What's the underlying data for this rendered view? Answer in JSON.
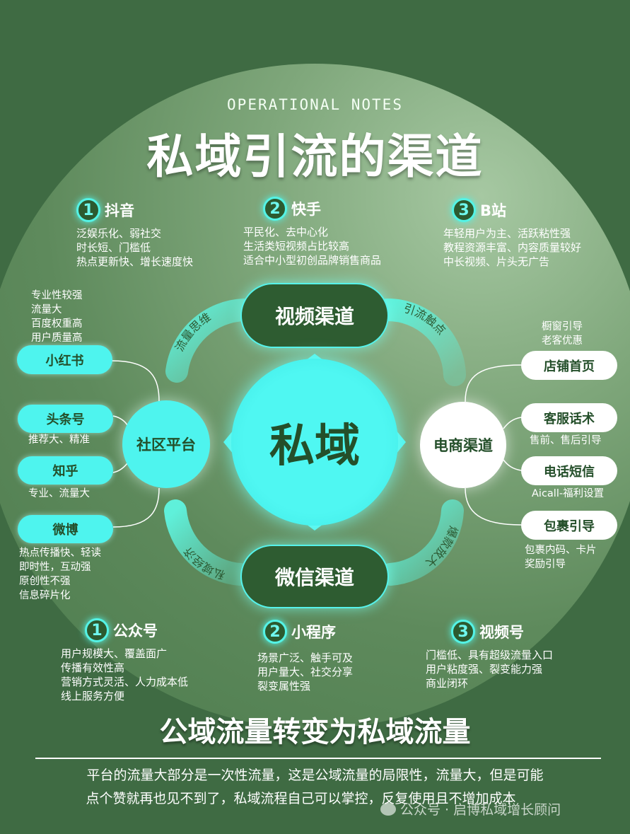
{
  "header": {
    "subtitle": "OPERATIONAL NOTES",
    "title": "私域引流的渠道"
  },
  "video_platforms": [
    {
      "num": "1",
      "name": "抖音",
      "lines": [
        "泛娱乐化、弱社交",
        "时长短、门槛低",
        "热点更新快、增长速度快"
      ]
    },
    {
      "num": "2",
      "name": "快手",
      "lines": [
        "平民化、去中心化",
        "生活类短视频占比较高",
        "适合中小型初创品牌销售商品"
      ]
    },
    {
      "num": "3",
      "name": "B站",
      "lines": [
        "年轻用户为主、活跃粘性强",
        "教程资源丰富、内容质量较好",
        "中长视频、片头无广告"
      ]
    }
  ],
  "center": {
    "label": "私域",
    "top": "视频渠道",
    "bottom": "微信渠道",
    "left": "社区平台",
    "right": "电商渠道"
  },
  "arcs": {
    "top_left": "流量思维",
    "top_right": "引流触点",
    "bottom_left": "私域经济",
    "bottom_right": "爆款放大"
  },
  "community": {
    "top_desc": [
      "专业性较强",
      "流量大",
      "百度权重高",
      "用户质量高"
    ],
    "items": [
      {
        "name": "小红书",
        "desc": []
      },
      {
        "name": "头条号",
        "desc": [
          "推荐大、精准"
        ]
      },
      {
        "name": "知乎",
        "desc": [
          "专业、流量大"
        ]
      },
      {
        "name": "微博",
        "desc": [
          "热点传播快、轻读",
          "即时性，互动强",
          "原创性不强",
          "信息碎片化"
        ]
      }
    ]
  },
  "ecommerce": {
    "top_desc": [
      "橱窗引导",
      "老客优惠"
    ],
    "items": [
      {
        "name": "店铺首页",
        "desc": []
      },
      {
        "name": "客服话术",
        "desc": [
          "售前、售后引导"
        ]
      },
      {
        "name": "电话短信",
        "desc": [
          "Aicall-福利设置"
        ]
      },
      {
        "name": "包裹引导",
        "desc": [
          "包裹内码、卡片",
          "奖励引导"
        ]
      }
    ]
  },
  "wechat_platforms": [
    {
      "num": "1",
      "name": "公众号",
      "lines": [
        "用户规模大、覆盖面广",
        "传播有效性高",
        "营销方式灵活、人力成本低",
        "线上服务方便"
      ]
    },
    {
      "num": "2",
      "name": "小程序",
      "lines": [
        "场景广泛、触手可及",
        "用户量大、社交分享",
        "裂变属性强"
      ]
    },
    {
      "num": "3",
      "name": "视频号",
      "lines": [
        "门槛低、具有超级流量入口",
        "用户粘度强、裂变能力强",
        "商业闭环"
      ]
    }
  ],
  "footer": {
    "headline": "公域流量转变为私域流量",
    "text": [
      "平台的流量大部分是一次性流量，这是公域流量的局限性，流量大，但是可能",
      "点个赞就再也见不到了，私域流程自己可以掌控，反复使用且不增加成本"
    ],
    "watermark": "公众号 · 启博私域增长顾问"
  },
  "colors": {
    "bg": "#3f6b43",
    "cyan": "#4ef4ee",
    "dark": "#2e5c31"
  }
}
